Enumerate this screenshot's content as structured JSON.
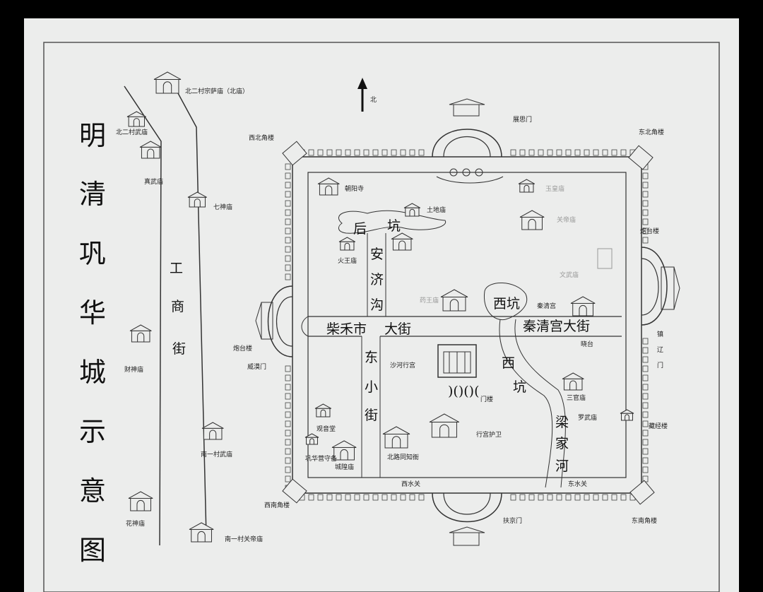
{
  "title_vertical": [
    "明",
    "清",
    "巩",
    "华",
    "城",
    "示",
    "意",
    "图"
  ],
  "street_west": [
    "工",
    "商",
    "街"
  ],
  "north_marker": "北",
  "east_west_avenue": {
    "west": "柴禾市",
    "center": "大街",
    "east": "秦清宫大街"
  },
  "east_small_street": [
    "东",
    "小",
    "街"
  ],
  "anji_canal": [
    "安",
    "济",
    "沟"
  ],
  "hou_keng": [
    "后",
    "坑"
  ],
  "xi_keng": "西坑",
  "xi_keng_lower": [
    "西",
    "坑"
  ],
  "liangjia_river": [
    "梁",
    "家",
    "河"
  ],
  "labels": {
    "north_village2_temple": "北二村宗萨庙（北庙）",
    "north_village2_wumiao": "北二村武庙",
    "zhenwu_temple": "真武庙",
    "qishen_temple": "七神庙",
    "caishen_temple": "财神庙",
    "huashen_temple": "花神庙",
    "south_village1_wumiao": "南一村武庙",
    "south_village1_guandi": "南一村关帝庙",
    "northwest_tower": "西北角楼",
    "northeast_tower": "东北角楼",
    "southwest_tower": "西南角楼",
    "southeast_tower": "东南角楼",
    "north_gate": "展思门",
    "west_gate": "威漠门",
    "south_gate": "扶京门",
    "east_gate": "镇辽门",
    "west_gun_platform": "炮台楼",
    "east_gun_platform": "炮台楼",
    "chaoyang_temple": "朝阳寺",
    "tudi_temple": "土地庙",
    "huowang_temple": "火王庙",
    "qinqing_palace": "秦清宫",
    "shahe_palace": "沙河行宫",
    "gate_lou": "门楼",
    "sanguan_temple": "三官庙",
    "luowu_temple": "罗武庙",
    "guanyin_hall": "观音堂",
    "gonghua_garrison": "巩华营守备",
    "chenghuang_temple": "城隍庙",
    "palace_guard": "行宫护卫",
    "beilu_yamen": "北路同知衙",
    "west_water_gate": "西水关",
    "east_water_gate": "东水关",
    "cangjing_building": "藏经楼",
    "xiaotai": "晓台",
    "faint_1": "玉皇庙",
    "faint_2": "关帝庙",
    "faint_3": "文武庙",
    "faint_4": "药王庙"
  }
}
